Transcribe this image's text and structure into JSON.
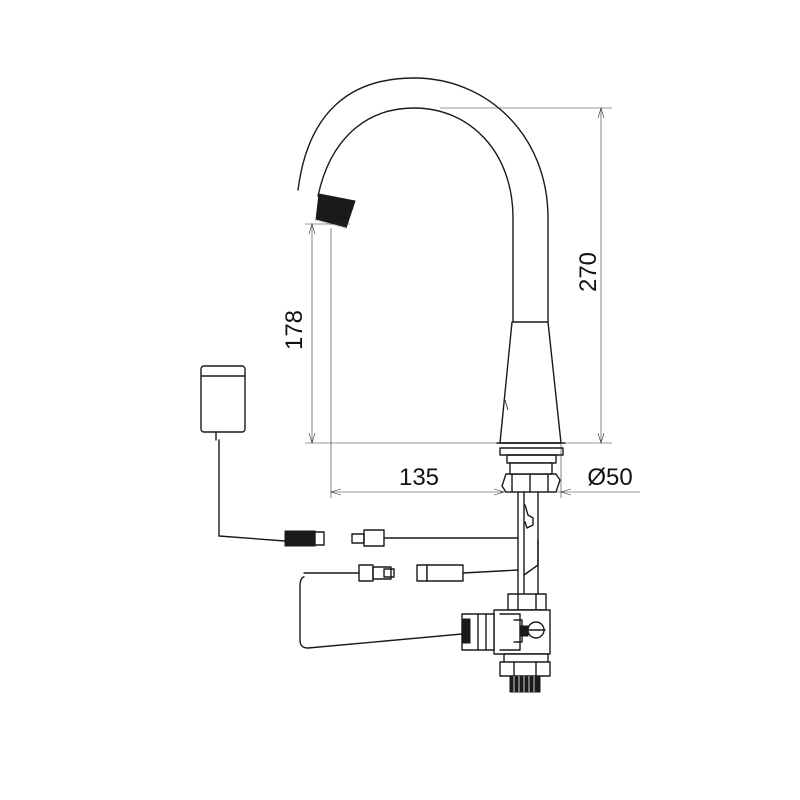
{
  "dimensions": {
    "total_height": "270",
    "spout_height": "178",
    "spout_reach": "135",
    "base_diameter": "Ø50"
  }
}
